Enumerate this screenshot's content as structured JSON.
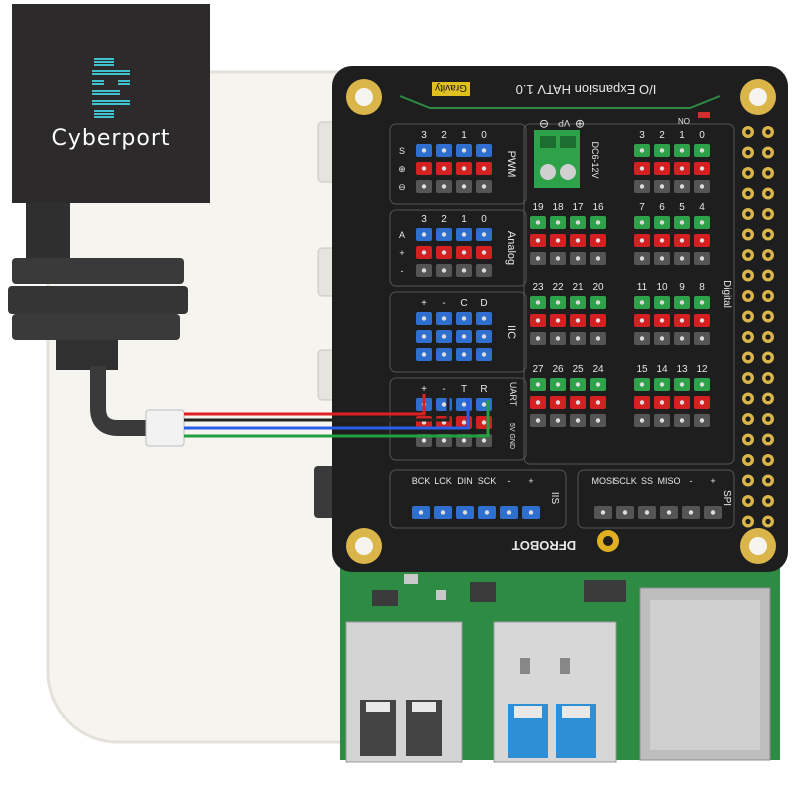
{
  "logo": {
    "text": "Cyberport",
    "accent_color": "#3fc3d1"
  },
  "hat": {
    "title": "I/O Expansion HATV 1.0",
    "brand_tag": "Gravity",
    "maker": "DFROBOT",
    "power": {
      "vp": "VP",
      "minus": "⊖",
      "plus": "⊕",
      "voltage": "DC6-12V"
    },
    "on_label": "ON",
    "pwm": {
      "label": "PWM",
      "pins": [
        "3",
        "2",
        "1",
        "0"
      ],
      "row_marks": [
        "S",
        "⊕",
        "⊖"
      ]
    },
    "analog": {
      "label": "Analog",
      "pins": [
        "3",
        "2",
        "1",
        "0"
      ],
      "row_marks": [
        "A",
        "+",
        "-"
      ]
    },
    "iic": {
      "label": "IIC",
      "pins": [
        "+",
        "-",
        "C",
        "D"
      ]
    },
    "uart": {
      "label": "UART",
      "pins": [
        "+",
        "-",
        "T",
        "R"
      ],
      "sub": "5V GND"
    },
    "iis": {
      "label": "IIS",
      "pins": [
        "BCK",
        "LCK",
        "DIN",
        "SCK",
        "-",
        "+"
      ]
    },
    "spi": {
      "label": "SPI",
      "pins": [
        "MOSI",
        "SCLK",
        "SS",
        "MISO",
        "-",
        "+"
      ]
    },
    "digital": {
      "label": "Digital",
      "left_blocks": [
        [
          "19",
          "18",
          "17",
          "16"
        ],
        [
          "23",
          "22",
          "21",
          "20"
        ],
        [
          "27",
          "26",
          "25",
          "24"
        ]
      ],
      "right_blocks": [
        [
          "3",
          "2",
          "1",
          "0"
        ],
        [
          "7",
          "6",
          "5",
          "4"
        ],
        [
          "11",
          "10",
          "9",
          "8"
        ],
        [
          "15",
          "14",
          "13",
          "12"
        ]
      ]
    }
  }
}
